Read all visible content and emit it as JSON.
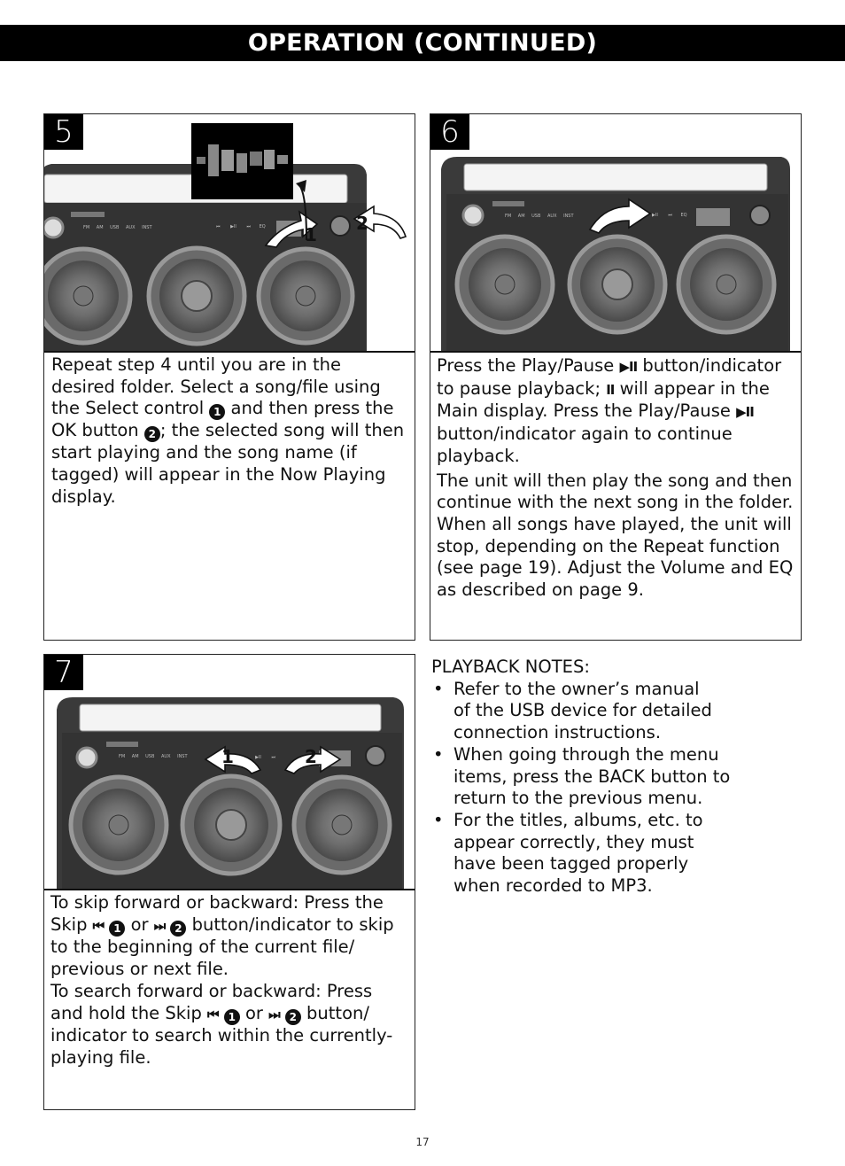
{
  "header": {
    "title": "OPERATION (CONTINUED)"
  },
  "steps": [
    {
      "number": "5",
      "callouts": [
        "1",
        "2"
      ],
      "device_labels": [
        "FM",
        "AM",
        "USB",
        "AUX",
        "INST",
        "⏮",
        "▶II",
        "⏭",
        "EQ"
      ],
      "text_parts": [
        "Repeat step 4 until you are in the desired folder. Select a song/file using the Select control ",
        "1",
        " and then press the OK button ",
        "2",
        "; the selected song will then start playing and the song name (if tagged) will appear in the Now Playing display."
      ]
    },
    {
      "number": "6",
      "device_labels": [
        "FM",
        "AM",
        "USB",
        "AUX",
        "INST",
        "▶II",
        "⏭",
        "EQ"
      ],
      "para1_parts": [
        "Press the Play/Pause ",
        "▶II",
        " button/indicator to pause playback; ",
        "II",
        " will appear in the Main display. Press the Play/Pause ",
        "▶II",
        " button/indicator again to continue playback."
      ],
      "para2": "The unit will then play the song and then continue with the next song in the folder. When all songs have played, the unit will stop, depending on the Repeat function (see page 19). Adjust the Volume and EQ as described on page 9."
    },
    {
      "number": "7",
      "callouts": [
        "1",
        "2"
      ],
      "device_labels": [
        "FM",
        "AM",
        "USB",
        "AUX",
        "INST",
        "⏮",
        "▶II",
        "⏭"
      ],
      "para1_parts": [
        "To skip forward or backward: Press the Skip ",
        "⏮",
        "1",
        " or ",
        "⏭",
        "2",
        " button/indicator to skip to the beginning of the current file/ previous or next file."
      ],
      "para2_parts": [
        "To search forward or backward: Press and hold the Skip ",
        "⏮",
        "1",
        " or ",
        "⏭",
        "2",
        " button/ indicator to search within the currently-playing file."
      ]
    }
  ],
  "playback_notes": {
    "title": "PLAYBACK NOTES:",
    "items": [
      "Refer to the owner’s manual of the USB device for detailed connection instructions.",
      "When going through the menu items, press the BACK button to return to the previous menu.",
      "For the titles, albums, etc. to appear correctly, they must have been tagged properly when recorded to MP3."
    ]
  },
  "footer": {
    "page_number": "17"
  }
}
